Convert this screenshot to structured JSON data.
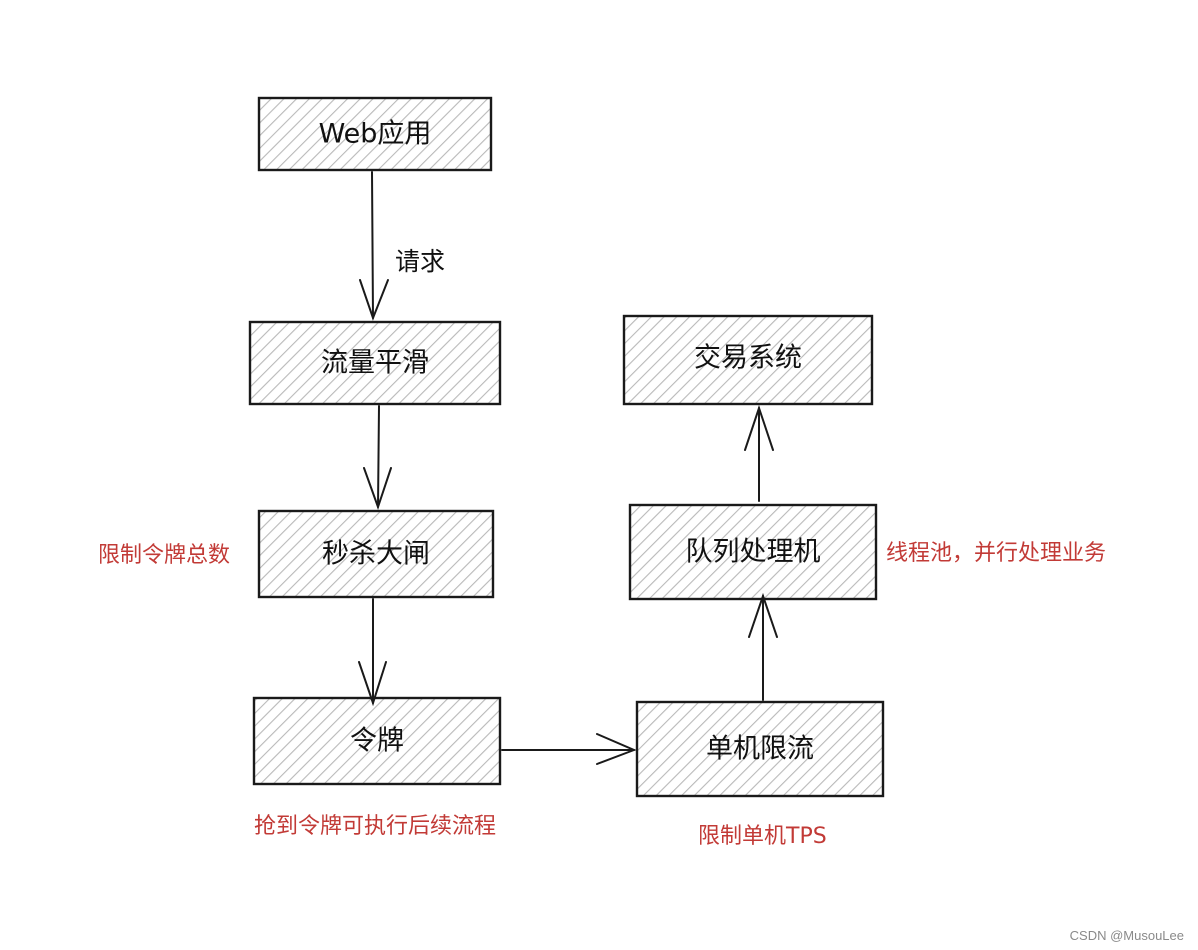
{
  "nodes": {
    "web_app": "Web应用",
    "traffic_smoothing": "流量平滑",
    "flash_sale_gate": "秒杀大闸",
    "token": "令牌",
    "single_machine_rate_limit": "单机限流",
    "queue_processor": "队列处理机",
    "trading_system": "交易系统"
  },
  "edges": {
    "request_label": "请求"
  },
  "notes": {
    "gate_note": "限制令牌总数",
    "token_note": "抢到令牌可执行后续流程",
    "rate_limit_note": "限制单机TPS",
    "queue_note": "线程池，并行处理业务"
  },
  "watermark": "CSDN @MusouLee",
  "colors": {
    "note": "#c23a36",
    "stroke": "#1a1a1a",
    "hatch": "#b9b9b9"
  }
}
